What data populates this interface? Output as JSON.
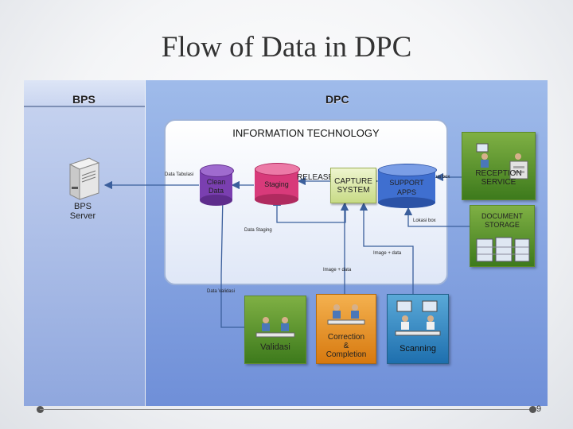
{
  "title": "Flow of Data in DPC",
  "panels": {
    "bps": "BPS",
    "dpc": "DPC"
  },
  "it_section": "INFORMATION TECHNOLOGY",
  "server": {
    "label_line1": "BPS",
    "label_line2": "Server"
  },
  "databases": {
    "clean": {
      "line1": "Clean",
      "line2": "Data"
    },
    "staging": "Staging",
    "support": {
      "line1": "SUPPORT",
      "line2": "APPS"
    }
  },
  "capture": {
    "line1": "CAPTURE",
    "line2": "SYSTEM"
  },
  "release_label": "RELEASE",
  "reception": {
    "line1": "RECEPTION",
    "line2": "SERVICE"
  },
  "document_storage": {
    "line1": "DOCUMENT",
    "line2": "STORAGE"
  },
  "tiny_labels": {
    "data_tabulasi": "Data Tabulasi",
    "status_box": "Status box",
    "lokasi_box": "Lokasi box",
    "data_staging": "Data Staging",
    "image_data_1": "Image + data",
    "image_data_2": "Image + data",
    "data_validasi": "Data Validasi"
  },
  "stations": {
    "validasi": "Validasi",
    "correction": {
      "line1": "Correction",
      "line2": "&",
      "line3": "Completion"
    },
    "scanning": "Scanning"
  },
  "page_number": "9",
  "colors": {
    "clean_db": "#7a3fb0",
    "staging_db": "#d83a7a",
    "support_db": "#3f6fd0",
    "capture_box": "#d9e8a4",
    "green_card": "#4f8a24",
    "orange_card": "#e58f24",
    "blue_card": "#2f86c4",
    "flow_line": "#3b5f9c"
  }
}
